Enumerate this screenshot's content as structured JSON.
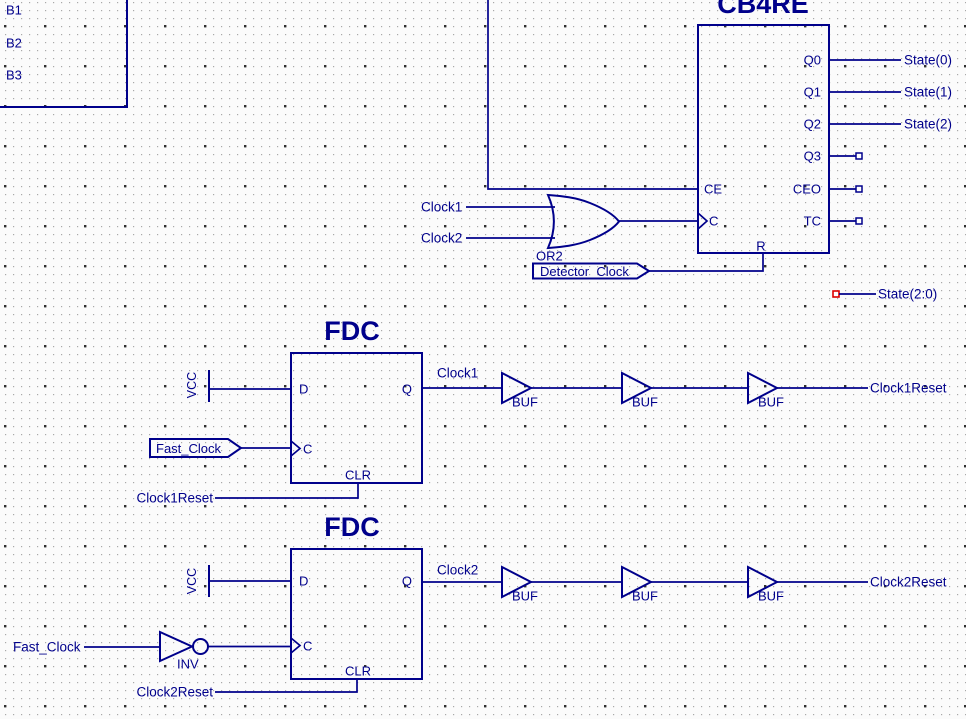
{
  "colors": {
    "ink": "#00008b",
    "wire": "#00008b",
    "io_terminal_red": "#dd0000",
    "grid_minor_dot": "#a9a9a9",
    "grid_major_dot": "#303030",
    "background": "#fbfbfb"
  },
  "top_left_block": {
    "pins": [
      "B1",
      "B2",
      "B3"
    ]
  },
  "counter": {
    "title": "CB4RE",
    "left_pins": [
      "CE",
      "C"
    ],
    "right_pins": [
      "Q0",
      "Q1",
      "Q2",
      "Q3",
      "CEO",
      "TC"
    ],
    "bottom_pin": "R"
  },
  "state_nets": [
    "State(0)",
    "State(1)",
    "State(2)"
  ],
  "state_bus_label": "State(2:0)",
  "or_gate": {
    "label": "OR2",
    "input_nets": [
      "Clock1",
      "Clock2"
    ]
  },
  "reset_flag": {
    "label": "Detector_Clock"
  },
  "ff1": {
    "title": "FDC",
    "pin_d": "D",
    "pin_q": "Q",
    "pin_c": "C",
    "pin_clr": "CLR",
    "vcc": "VCC",
    "input_flag": "Fast_Clock",
    "clr_net": "Clock1Reset",
    "q_net": "Clock1"
  },
  "chain1": {
    "buf": "BUF",
    "out_net": "Clock1Reset"
  },
  "ff2": {
    "title": "FDC",
    "pin_d": "D",
    "pin_q": "Q",
    "pin_c": "C",
    "pin_clr": "CLR",
    "vcc": "VCC",
    "inv": "INV",
    "input_net": "Fast_Clock",
    "clr_net": "Clock2Reset",
    "q_net": "Clock2"
  },
  "chain2": {
    "buf": "BUF",
    "out_net": "Clock2Reset"
  }
}
